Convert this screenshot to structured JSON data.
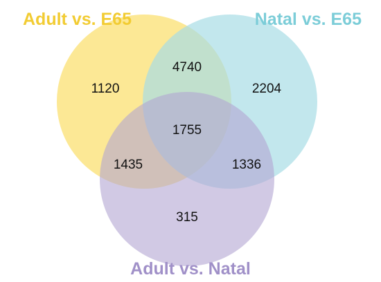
{
  "sets": {
    "a": {
      "label": "Adult vs. E65",
      "color": "#fbe072",
      "label_color": "#f2cc33"
    },
    "b": {
      "label": "Natal vs. E65",
      "color": "#a8dde6",
      "label_color": "#7ccdd8"
    },
    "c": {
      "label": "Adult vs. Natal",
      "color": "#b3a5d2",
      "label_color": "#a090c8"
    }
  },
  "regions": {
    "a_only": "1120",
    "b_only": "2204",
    "c_only": "315",
    "a_b": "4740",
    "a_c": "1435",
    "b_c": "1336",
    "a_b_c": "1755"
  }
}
